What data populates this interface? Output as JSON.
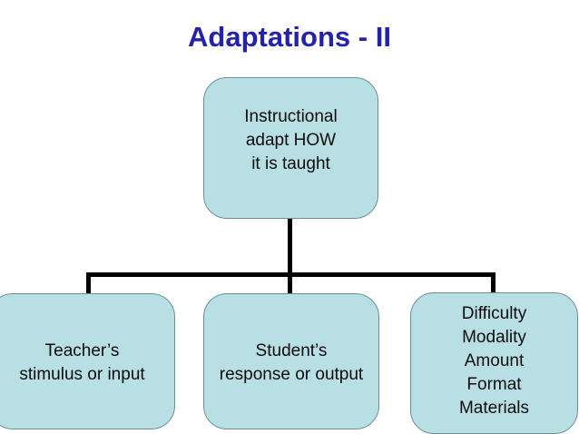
{
  "slide": {
    "title": "Adaptations - II",
    "title_color": "#2222aa",
    "background_color": "#ffffff"
  },
  "theme": {
    "node_fill": "#b8e0e4",
    "node_border": "#6e8f92",
    "connector_color": "#000000",
    "text_color": "#0b0b0b"
  },
  "diagram": {
    "type": "hierarchy",
    "root": {
      "name": "instructional",
      "text": "Instructional\nadapt HOW\nit is taught",
      "lines": [
        "Instructional",
        "adapt HOW",
        "it is taught"
      ]
    },
    "children": [
      {
        "name": "teacher",
        "text": "Teacher’s\nstimulus or input",
        "lines": [
          "Teacher’s",
          "stimulus or input"
        ]
      },
      {
        "name": "student",
        "text": "Student’s\nresponse or output",
        "lines": [
          "Student’s",
          "response or output"
        ]
      },
      {
        "name": "dimensions",
        "text": "Difficulty\nModality\nAmount\nFormat\nMaterials",
        "lines": [
          "Difficulty",
          "Modality",
          "Amount",
          "Format",
          "Materials"
        ]
      }
    ]
  }
}
